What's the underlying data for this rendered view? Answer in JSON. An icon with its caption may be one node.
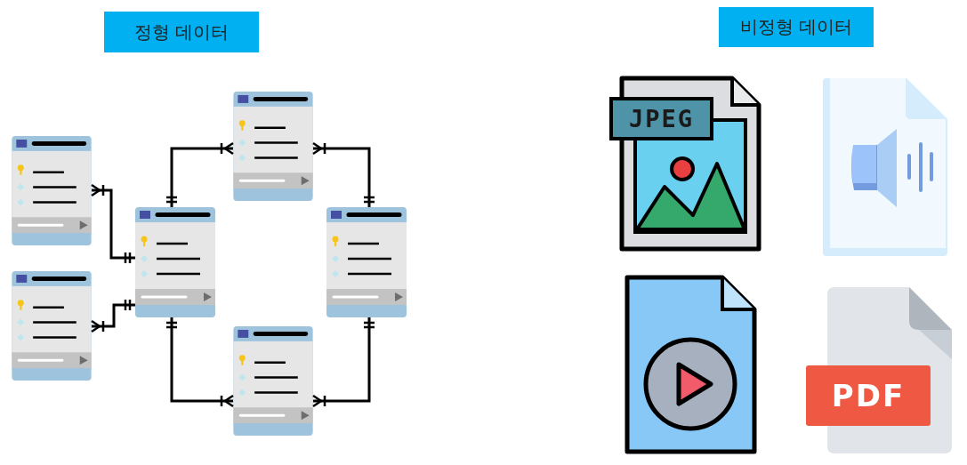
{
  "diagram": {
    "nodes": [
      {
        "text": [
          "정형 데이터"
        ]
      },
      {
        "text": [
          "비정형 데이터"
        ]
      },
      {
        "text": [],
        "shape": "box"
      },
      {
        "text": [],
        "shape": "box"
      },
      {
        "text": [],
        "shape": "box"
      },
      {
        "text": [],
        "shape": "box"
      },
      {
        "text": [],
        "shape": "box"
      },
      {
        "text": [],
        "shape": "box"
      }
    ],
    "edges": [
      {
        "from": 4,
        "to": 2,
        "arrow": "other"
      },
      {
        "from": 4,
        "to": 3,
        "arrow": "other"
      },
      {
        "from": 4,
        "to": 5,
        "arrow": "other"
      },
      {
        "from": 6,
        "to": 5,
        "arrow": "other"
      },
      {
        "from": 4,
        "to": 7,
        "arrow": "other"
      },
      {
        "from": 6,
        "to": 7,
        "arrow": "other"
      }
    ],
    "labels": [
      "JPEG",
      "PDF"
    ]
  }
}
